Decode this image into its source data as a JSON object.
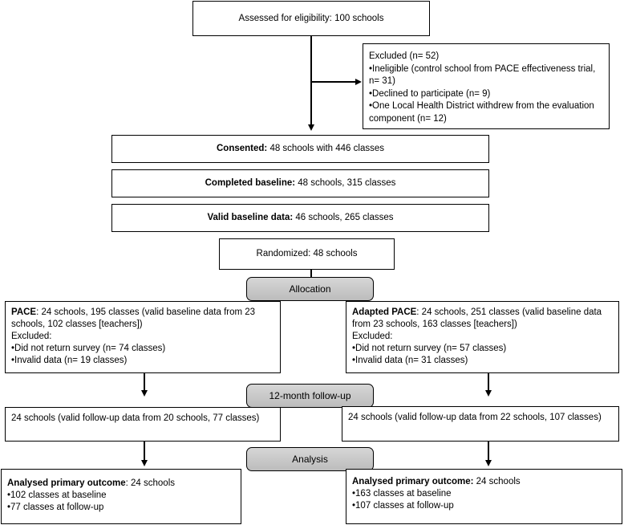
{
  "assessed": "Assessed for eligibility: 100 schools",
  "excluded": {
    "title": "Excluded (n= 52)",
    "items": [
      "•Ineligible (control school from PACE effectiveness trial, n= 31)",
      "•Declined to participate (n= 9)",
      "•One Local Health District withdrew from the evaluation component (n= 12)"
    ]
  },
  "consented": {
    "bold": "Consented:",
    "text": " 48 schools with 446 classes"
  },
  "completed_baseline": {
    "bold": "Completed baseline:",
    "text": " 48 schools, 315 classes"
  },
  "valid_baseline": {
    "bold": "Valid baseline data:",
    "text": " 46 schools, 265 classes"
  },
  "randomized": "Randomized: 48 schools",
  "allocation": "Allocation",
  "pace": {
    "bold": "PACE",
    "text": ": 24 schools, 195 classes (valid baseline data from 23 schools, 102 classes [teachers])",
    "excluded_label": "Excluded:",
    "items": [
      "•Did not return survey (n= 74 classes)",
      "•Invalid data (n= 19 classes)"
    ]
  },
  "adapted": {
    "bold": "Adapted PACE",
    "text": ": 24 schools, 251 classes (valid baseline data from 23 schools, 163 classes [teachers])",
    "excluded_label": "Excluded:",
    "items": [
      "•Did not return survey (n= 57 classes)",
      "•Invalid data (n= 31 classes)"
    ]
  },
  "followup": "12-month follow-up",
  "pace_followup": "24 schools (valid follow-up data from 20 schools, 77 classes)",
  "adapted_followup": "24 schools (valid follow-up data from 22 schools, 107 classes)",
  "analysis": "Analysis",
  "pace_analysis": {
    "bold": "Analysed primary outcome",
    "text": ": 24 schools",
    "items": [
      "•102 classes at baseline",
      "•77 classes at follow-up"
    ]
  },
  "adapted_analysis": {
    "bold": "Analysed primary outcome:",
    "text": " 24 schools",
    "items": [
      "•163 classes at baseline",
      "•107 classes at follow-up"
    ]
  }
}
